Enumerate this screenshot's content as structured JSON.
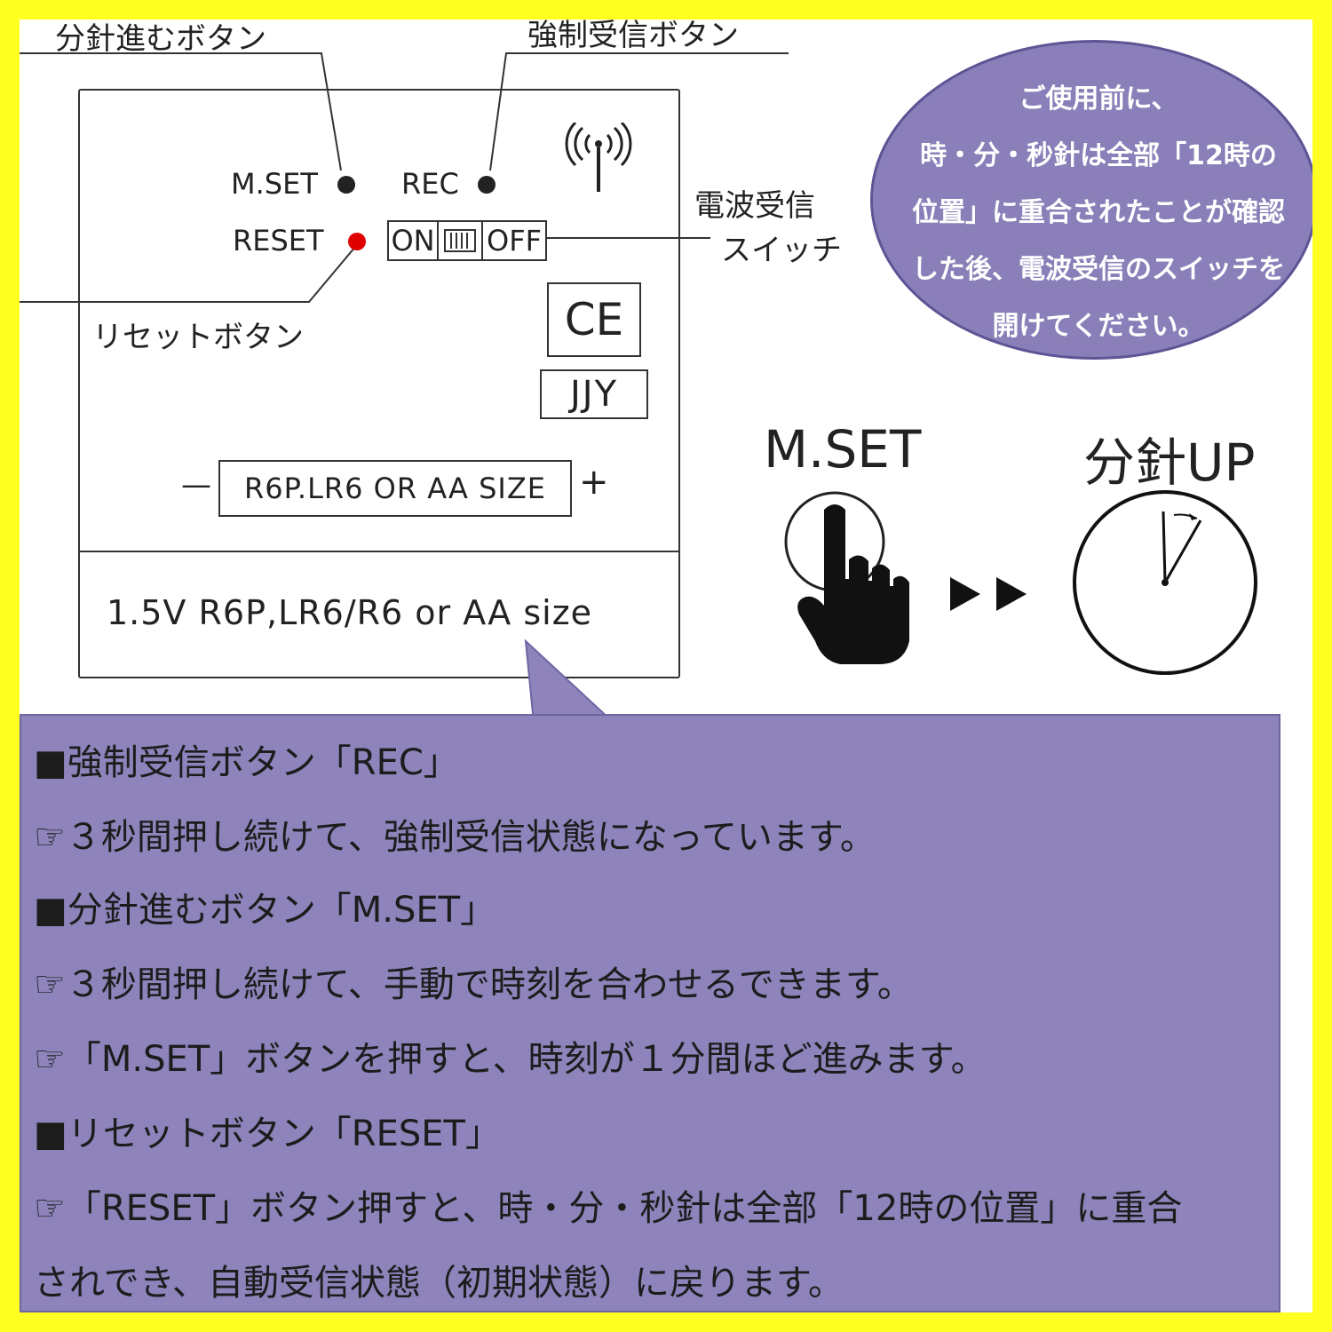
{
  "diagram": {
    "labels": {
      "mset_button": "分針進むボタン",
      "rec_button": "強制受信ボタン",
      "reset_button": "リセットボタン",
      "radio_switch_line1": "電波受信",
      "radio_switch_line2": "スイッチ"
    },
    "panel": {
      "mset": "M.SET",
      "rec": "REC",
      "reset": "RESET",
      "switch_on": "ON",
      "switch_off": "OFF",
      "ce_mark": "CE",
      "jjy_mark": "JJY",
      "battery_minus": "—",
      "battery_label": "R6P.LR6 OR AA SIZE",
      "battery_plus": "+",
      "footer": "1.5V R6P,LR6/R6 or AA size"
    },
    "notice": {
      "lines": [
        "ご使用前に、",
        "時・分・秒針は全部「12時の",
        "位置」に重合されたことが確認",
        "した後、電波受信のスイッチを",
        "開けてください。"
      ]
    },
    "mset_demo": {
      "button_label": "M.SET",
      "result_label": "分針UP"
    },
    "instructions": [
      "■強制受信ボタン「REC」",
      "☞３秒間押し続けて、強制受信状態になっています。",
      "■分針進むボタン「M.SET」",
      "☞３秒間押し続けて、手動で時刻を合わせるできます。",
      "☞「M.SET」ボタンを押すと、時刻が１分間ほど進みます。",
      "■リセットボタン「RESET」",
      "☞「RESET」ボタン押すと、時・分・秒針は全部「12時の位置」に重合",
      "されでき、自動受信状態（初期状態）に戻ります。"
    ],
    "colors": {
      "border": "#ffff22",
      "bubble": "#8a7fb8",
      "info_box": "#8e83ba",
      "reset_dot": "#e00000"
    }
  }
}
